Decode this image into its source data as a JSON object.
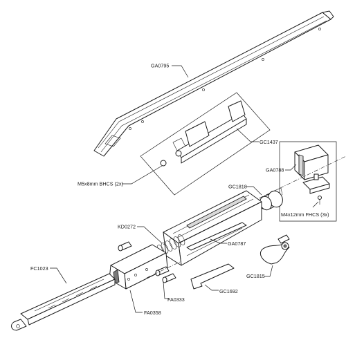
{
  "labels": {
    "ga0795": "GA0795",
    "gc1437": "GC1437",
    "m5x8mm_bhcs": "M5x8mm BHCS (2x)",
    "ga0788": "GA0788",
    "gc1818": "GC1818",
    "m4x12mm_fhcs": "M4x12mm FHCS (3x)",
    "kd0272": "KD0272",
    "ga0787": "GA0787",
    "fc1023": "FC1023",
    "gc1815": "GC1815",
    "fa0333": "FA0333",
    "gc1692": "GC1692",
    "fa0358": "FA0358"
  }
}
